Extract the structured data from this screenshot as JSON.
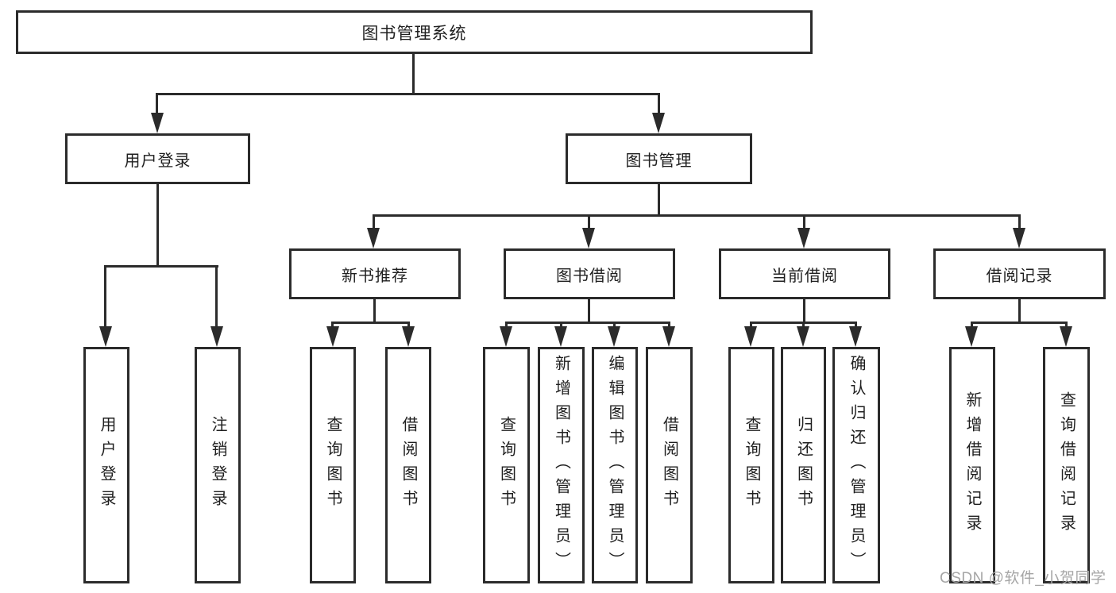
{
  "diagram": {
    "colors": {
      "line": "#2b2b2b",
      "box_background": "#ffffff",
      "text": "#1f1f1f",
      "watermark": "#a6a6a6"
    },
    "tree": {
      "root": "图书管理系统",
      "branches": [
        {
          "label": "用户登录",
          "children": [
            "用户登录",
            "注销登录"
          ]
        },
        {
          "label": "图书管理",
          "children": [
            {
              "label": "新书推荐",
              "children": [
                "查询图书",
                "借阅图书"
              ]
            },
            {
              "label": "图书借阅",
              "children": [
                "查询图书",
                "新增图书（管理员）",
                "编辑图书（管理员）",
                "借阅图书"
              ]
            },
            {
              "label": "当前借阅",
              "children": [
                "查询图书",
                "归还图书",
                "确认归还（管理员）"
              ]
            },
            {
              "label": "借阅记录",
              "children": [
                "新增借阅记录",
                "查询借阅记录"
              ]
            }
          ]
        }
      ]
    },
    "watermark": "CSDN @软件_小贺同学"
  }
}
